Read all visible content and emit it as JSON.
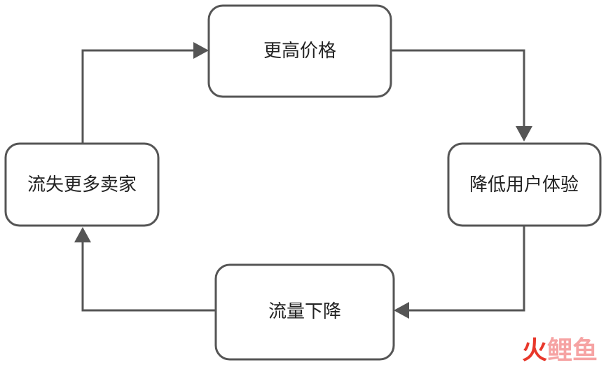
{
  "diagram": {
    "type": "cycle",
    "nodes": [
      {
        "id": "higher-price",
        "label": "更高价格"
      },
      {
        "id": "worse-ux",
        "label": "降低用户体验"
      },
      {
        "id": "traffic-drop",
        "label": "流量下降"
      },
      {
        "id": "lose-sellers",
        "label": "流失更多卖家"
      }
    ],
    "edges": [
      {
        "from": "higher-price",
        "to": "worse-ux"
      },
      {
        "from": "worse-ux",
        "to": "traffic-drop"
      },
      {
        "from": "traffic-drop",
        "to": "lose-sellers"
      },
      {
        "from": "lose-sellers",
        "to": "higher-price"
      }
    ]
  },
  "watermark": {
    "text": "火鲤鱼",
    "colors": {
      "fire": "#e8372a",
      "fish": "#f6a3a3"
    }
  },
  "colors": {
    "stroke": "#555555",
    "text": "#222222",
    "background": "#ffffff"
  }
}
